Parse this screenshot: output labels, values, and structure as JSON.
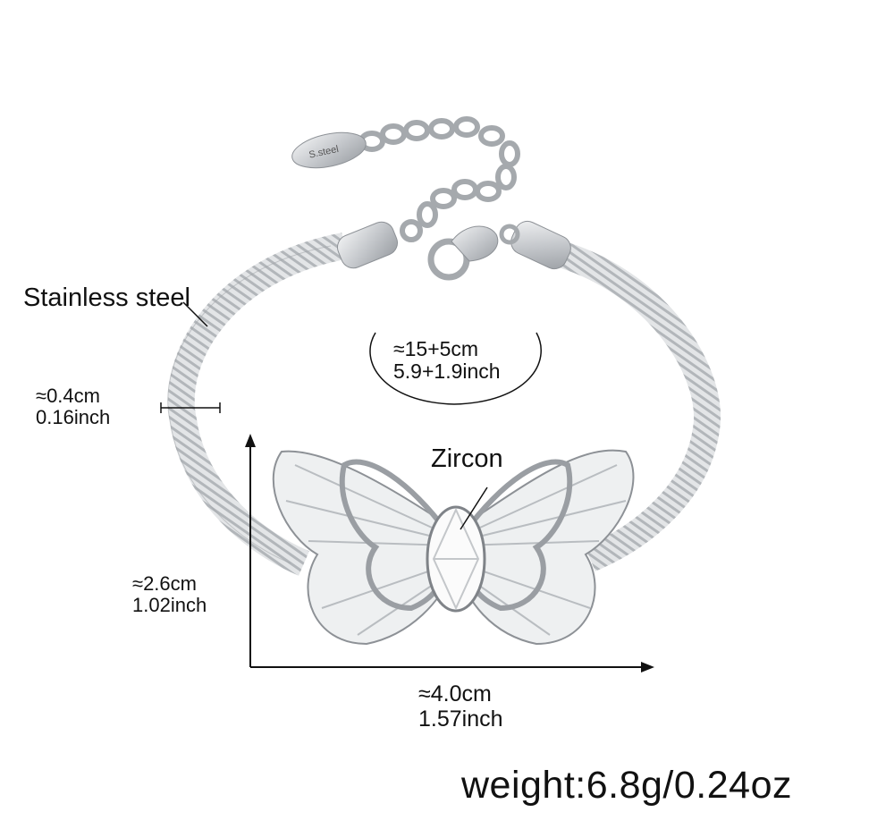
{
  "labels": {
    "material": "Stainless steel",
    "stone": "Zircon",
    "tag_engraving": "S.steel"
  },
  "dimensions": {
    "length_cm": "≈15+5cm",
    "length_inch": "5.9+1.9inch",
    "width_cm": "≈0.4cm",
    "width_inch": "0.16inch",
    "height_cm": "≈2.6cm",
    "height_inch": "1.02inch",
    "span_cm": "≈4.0cm",
    "span_inch": "1.57inch"
  },
  "weight": "weight:6.8g/0.24oz",
  "colors": {
    "metal": "#c9ccd0",
    "metal_dark": "#8d9196",
    "line": "#111111"
  }
}
